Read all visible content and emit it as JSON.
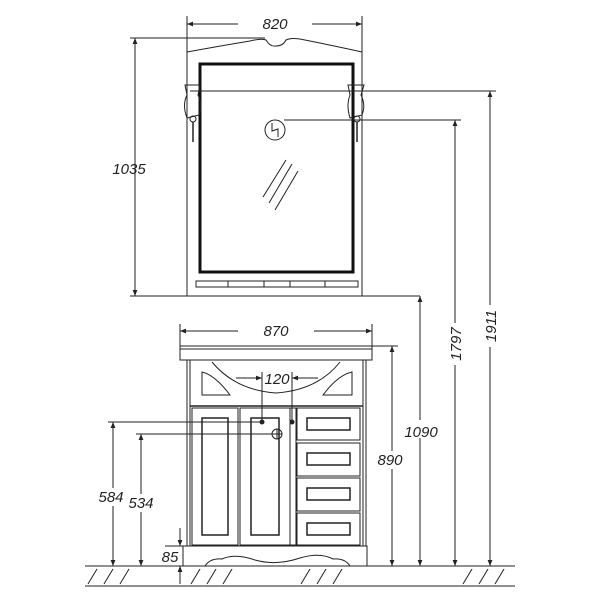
{
  "drawing": {
    "title": "Bathroom vanity with mirror — dimension drawing",
    "mirror": {
      "width_label": "820",
      "height_label": "1035",
      "lamp_height_label": "1911",
      "socket_height_label": "1797",
      "socket_symbol": "ϟ"
    },
    "vanity": {
      "width_label": "870",
      "counter_height_label": "890",
      "mirror_bottom_label": "1090",
      "pipe_spacing_label": "120",
      "hot_cold_height_label": "584",
      "drain_height_label": "534",
      "plinth_height_label": "85"
    },
    "colors": {
      "line": "#222222",
      "background": "#ffffff"
    }
  }
}
